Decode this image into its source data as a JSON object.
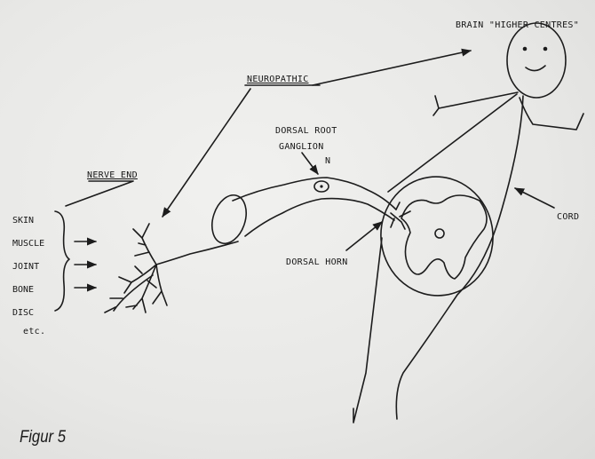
{
  "labels": {
    "brain": "BRAIN \"HIGHER CENTRES\"",
    "neuropathic": "NEUROPATHIC",
    "dorsal_root": "DORSAL ROOT",
    "ganglion": "GANGLION",
    "ganglion_marker": "N",
    "nerve_end": "NERVE END",
    "cord": "CORD",
    "dorsal_horn": "DORSAL HORN",
    "etc": "etc."
  },
  "tissues": [
    "SKIN",
    "MUSCLE",
    "JOINT",
    "BONE",
    "DISC"
  ],
  "caption": "Figur 5",
  "colors": {
    "ink": "#1c1c1c",
    "paper": "#e9e9e7"
  }
}
